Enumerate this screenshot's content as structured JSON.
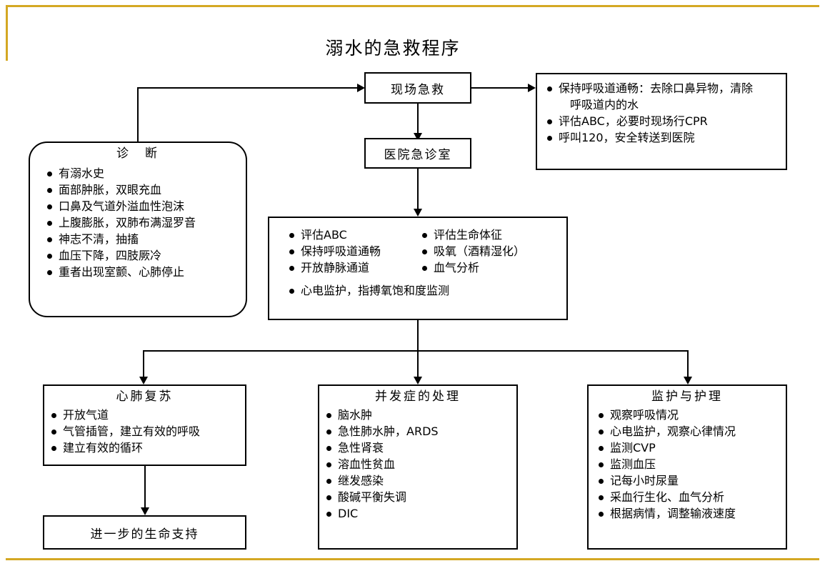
{
  "title": "溺水的急救程序",
  "frame": {
    "color": "#D4A823"
  },
  "nodes": {
    "scene_rescue": {
      "label": "现场急救"
    },
    "er_room": {
      "label": "医院急诊室"
    },
    "field_measures": {
      "bullets": [
        "保持呼吸道通畅：去除口鼻异物，清除",
        "呼吸道内的水",
        "评估ABC，必要时现场行CPR",
        "呼叫120，安全转送到医院"
      ]
    },
    "diagnosis": {
      "title": "诊　断",
      "bullets": [
        "有溺水史",
        "面部肿胀，双眼充血",
        "口鼻及气道外溢血性泡沫",
        "上腹膨胀，双肺布满湿罗音",
        "神志不清，抽搐",
        "血压下降，四肢厥冷",
        "重者出现室颤、心肺停止"
      ]
    },
    "er_measures": {
      "col_left": [
        "评估ABC",
        "保持呼吸道通畅",
        "开放静脉通道"
      ],
      "col_right": [
        "评估生命体征",
        "吸氧（酒精湿化）",
        "血气分析"
      ],
      "full_width": [
        "心电监护，指搏氧饱和度监测"
      ]
    },
    "cpr": {
      "title": "心肺复苏",
      "bullets": [
        "开放气道",
        "气管插管，建立有效的呼吸",
        "建立有效的循环"
      ]
    },
    "life_support": {
      "label": "进一步的生命支持"
    },
    "complications": {
      "title": "并发症的处理",
      "bullets": [
        "脑水肿",
        "急性肺水肿，ARDS",
        "急性肾衰",
        "溶血性贫血",
        "继发感染",
        "酸碱平衡失调",
        "DIC"
      ]
    },
    "monitoring": {
      "title": "监护与护理",
      "bullets": [
        "观察呼吸情况",
        "心电监护，观察心律情况",
        "监测CVP",
        "监测血压",
        "记每小时尿量",
        "采血行生化、血气分析",
        "根据病情，调整输液速度"
      ]
    }
  }
}
